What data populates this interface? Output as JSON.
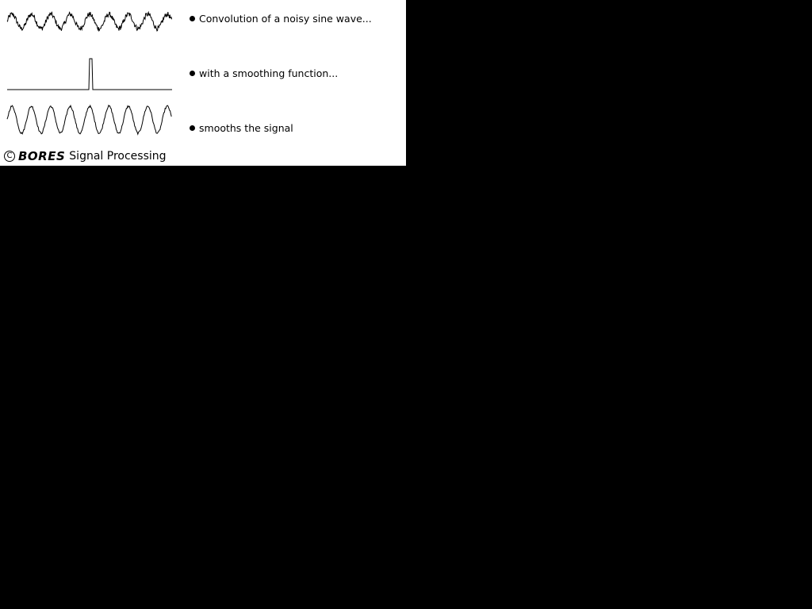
{
  "captions": [
    "Convolution of a noisy sine wave...",
    "with a smoothing function...",
    "smooths the signal"
  ],
  "footer": {
    "copyright_icon": "copyright-icon",
    "brand": "BORES",
    "tagline": "Signal Processing"
  },
  "waves": {
    "noisy_signal": {
      "cycles": 8.5,
      "noise_level": 0.35
    },
    "smoothing_function": {
      "shape": "narrow-pulse"
    },
    "smoothed_signal": {
      "cycles": 8.5,
      "noise_level": 0.08
    }
  },
  "colors": {
    "background": "#000000",
    "panel": "#ffffff",
    "ink": "#000000"
  }
}
